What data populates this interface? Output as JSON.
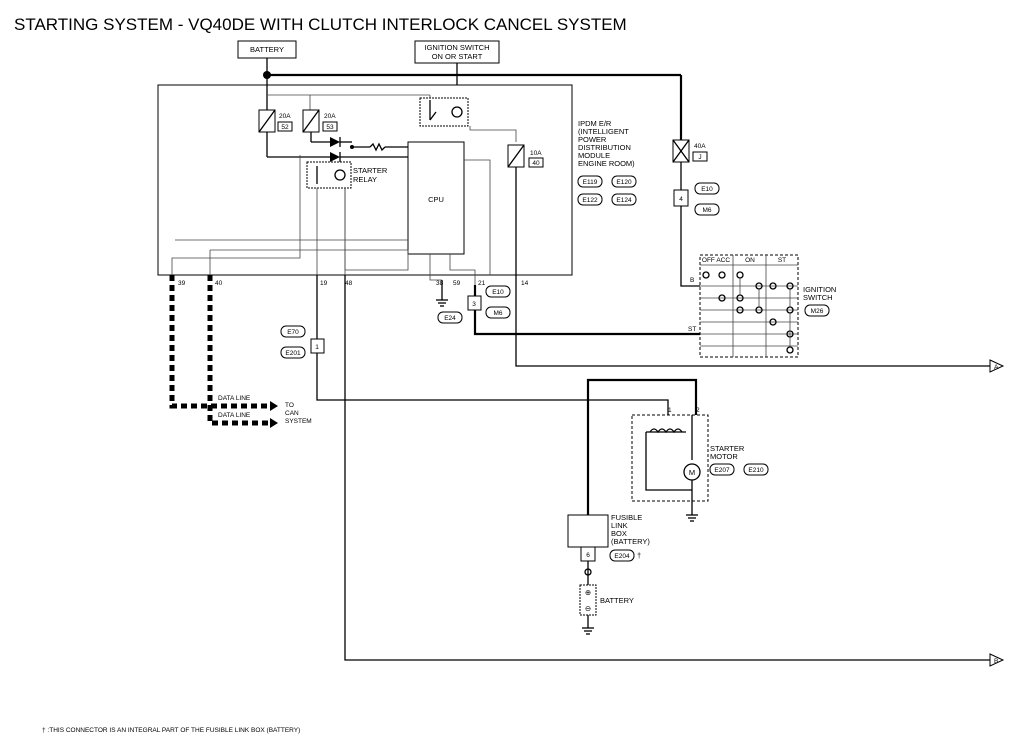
{
  "title": "STARTING SYSTEM - VQ40DE WITH CLUTCH INTERLOCK CANCEL SYSTEM",
  "labels": {
    "battery_top": "BATTERY",
    "ignition_switch_l1": "IGNITION SWITCH",
    "ignition_switch_l2": "ON OR START",
    "ipdm_l1": "IPDM E/R",
    "ipdm_l2": "(INTELLIGENT",
    "ipdm_l3": "POWER",
    "ipdm_l4": "DISTRIBUTION",
    "ipdm_l5": "MODULE",
    "ipdm_l6": "ENGINE ROOM)",
    "cpu": "CPU",
    "starter_relay_l1": "STARTER",
    "starter_relay_l2": "RELAY",
    "data_line_1": "DATA LINE",
    "data_line_2": "DATA LINE",
    "to_can_l1": "TO",
    "to_can_l2": "CAN",
    "to_can_l3": "SYSTEM",
    "ign_switch_l1": "IGNITION",
    "ign_switch_l2": "SWITCH",
    "starter_motor_l1": "STARTER",
    "starter_motor_l2": "MOTOR",
    "motor_symbol": "M",
    "fusible_l1": "FUSIBLE",
    "fusible_l2": "LINK",
    "fusible_l3": "BOX",
    "fusible_l4": "(BATTERY)",
    "battery_bottom": "BATTERY",
    "footnote": "† :THIS CONNECTOR IS AN INTEGRAL PART OF THE FUSIBLE LINK BOX (BATTERY)",
    "dagger": "†",
    "off_acc": "OFF ACC",
    "on": "ON",
    "st": "ST",
    "b_term": "B",
    "st_term": "ST",
    "arrow_a": "A",
    "arrow_b": "B",
    "plus": "⊕",
    "minus": "⊖"
  },
  "fuses": [
    {
      "amp": "20A",
      "num": "52"
    },
    {
      "amp": "20A",
      "num": "53"
    },
    {
      "amp": "10A",
      "num": "40"
    },
    {
      "amp": "40A",
      "num": "J"
    }
  ],
  "connectors": {
    "ipdm": [
      "E119",
      "E120",
      "E122",
      "E124"
    ],
    "ign": [
      "E10",
      "M6"
    ],
    "e10_m6_b": [
      "E10",
      "M6"
    ],
    "e24": "E24",
    "e70": "E70",
    "e201": "E201",
    "m26": "M26",
    "starter": [
      "E207",
      "E210"
    ],
    "e204": "E204"
  },
  "pins": {
    "p39": "39",
    "p40": "40",
    "p19": "19",
    "p48": "48",
    "p38": "38",
    "p59": "59",
    "p21": "21",
    "p14": "14",
    "p3": "3",
    "p1": "1",
    "p4": "4",
    "p6": "6",
    "m1": "1",
    "m2": "2"
  }
}
